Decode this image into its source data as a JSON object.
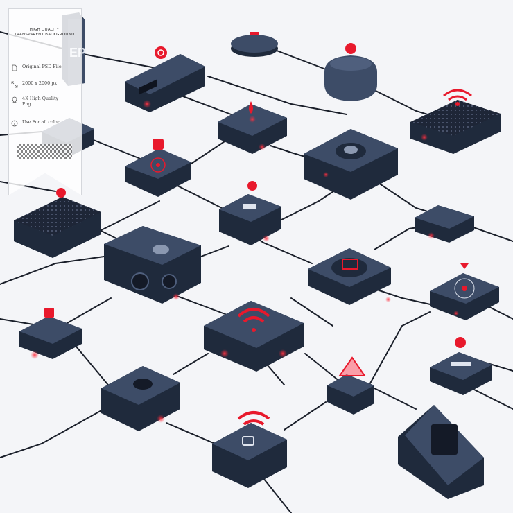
{
  "badge": {
    "title_line_1": "HIGH QUALITY",
    "title_line_2": "TRANSPARENT BACKGROUND",
    "items": [
      {
        "icon": "document-icon",
        "text": "Original PSD File"
      },
      {
        "icon": "resize-icon",
        "text": "2000 x 2000 px"
      },
      {
        "icon": "star-badge-icon",
        "text": "4K High Quality Png"
      },
      {
        "icon": "info-icon",
        "text": "Use For all color"
      }
    ]
  },
  "device_label": "EP",
  "colors": {
    "background": "#f4f5f8",
    "device_body": "#2c3a52",
    "device_top": "#3d4c67",
    "device_side": "#1f2a3c",
    "cable": "#1a1f2a",
    "accent_red": "#e8192c"
  }
}
